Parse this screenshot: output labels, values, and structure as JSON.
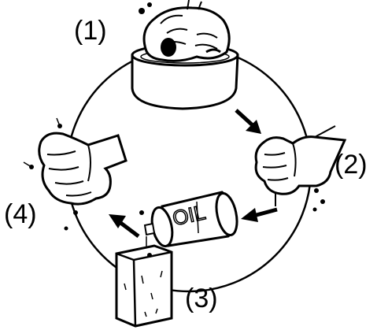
{
  "steps": [
    {
      "label": "(1)"
    },
    {
      "label": "(2)"
    },
    {
      "label": "(3)"
    },
    {
      "label": "(4)"
    }
  ],
  "can_text": "OIL",
  "colors": {
    "ink": "#000000",
    "paper": "#ffffff"
  },
  "icons": [
    "hand-in-basin-icon",
    "squeezing-hand-icon",
    "oil-can-icon",
    "carton-icon",
    "wringing-hand-icon",
    "arrow-icon"
  ]
}
